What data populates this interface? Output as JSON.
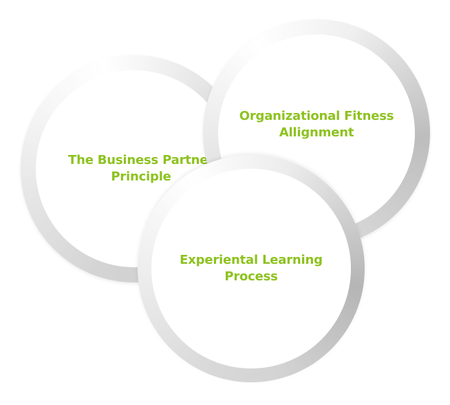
{
  "circles": {
    "left": {
      "label": "The Business Partner\nPrinciple"
    },
    "right": {
      "label": "Organizational Fitness\nAllignment"
    },
    "bottom": {
      "label": "Experiental Learning\nProcess"
    }
  },
  "colors": {
    "label": "#8dc21f",
    "ring": "#c8c8c8"
  }
}
